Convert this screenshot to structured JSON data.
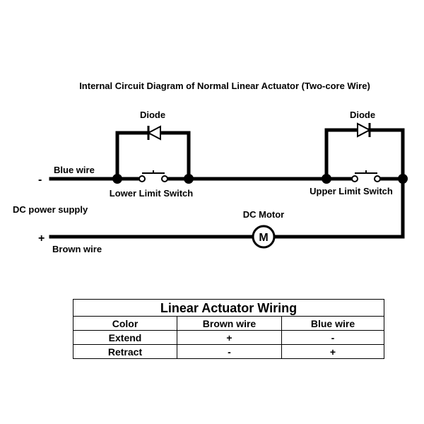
{
  "title": "Internal Circuit Diagram of Normal Linear Actuator (Two-core Wire)",
  "labels": {
    "diode_left": "Diode",
    "diode_right": "Diode",
    "blue_wire": "Blue wire",
    "brown_wire": "Brown wire",
    "minus": "-",
    "plus": "+",
    "power_supply": "DC power supply",
    "lower_switch": "Lower Limit Switch",
    "upper_switch": "Upper Limit Switch",
    "motor": "DC Motor",
    "motor_symbol": "M"
  },
  "table": {
    "title": "Linear Actuator Wiring",
    "headers": [
      "Color",
      "Brown wire",
      "Blue wire"
    ],
    "rows": [
      [
        "Extend",
        "+",
        "-"
      ],
      [
        "Retract",
        "-",
        "+"
      ]
    ]
  }
}
